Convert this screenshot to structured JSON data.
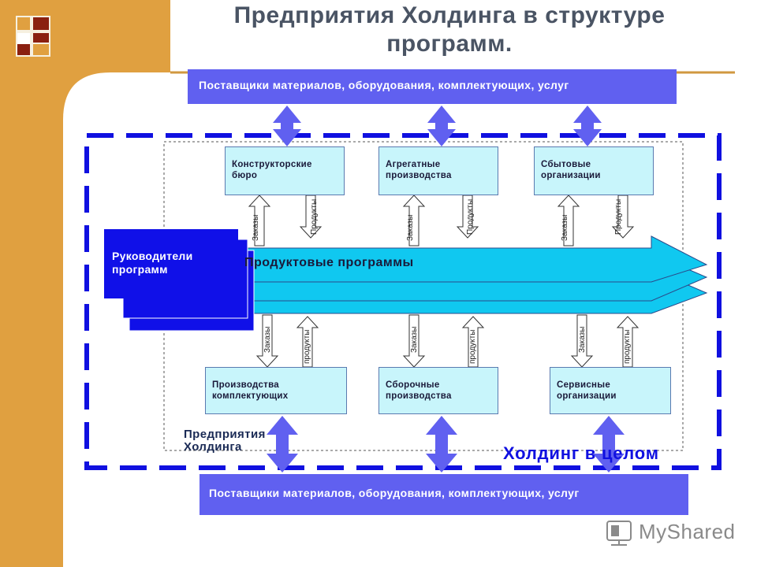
{
  "title": "Предприятия Холдинга в структуре программ.",
  "suppliers_top": "Поставщики материалов, оборудования, комплектующих, услуг",
  "suppliers_bottom": "Поставщики материалов, оборудования, комплектующих, услуг",
  "units_top": [
    "Конструкторские бюро",
    "Агрегатные производства",
    "Сбытовые организации"
  ],
  "units_bottom": [
    "Производства комплектующих",
    "Сборочные производства",
    "Сервисные организации"
  ],
  "flow_labels": {
    "orders": "Заказы",
    "products_top": "Продукты",
    "orders_bottom": "Заказы",
    "products_bottom": "продукты"
  },
  "leaders": "Руководители программ",
  "programs": "Продуктовые программы",
  "enterprises": "Предприятия Холдинга",
  "holding": "Холдинг в целом",
  "brand": "MyShared",
  "colors": {
    "supplier_bar": "#6060f0",
    "unit_fill": "#c8f5fb",
    "program_arrow": "#10c8f0",
    "leaders_box": "#1010e8",
    "double_arrow": "#6060f0",
    "dashed_border": "#1010e0",
    "side_panel": "#e0a040"
  }
}
